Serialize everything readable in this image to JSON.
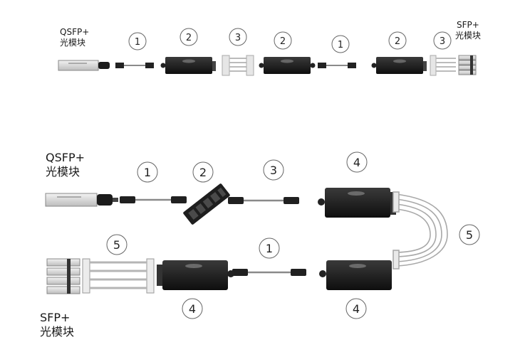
{
  "top_row": {
    "left_module_line1": "QSFP+",
    "left_module_line2": "光模块",
    "right_module_line1": "SFP+",
    "right_module_line2": "光模块",
    "callouts": [
      "1",
      "2",
      "3",
      "2",
      "1",
      "2",
      "3"
    ]
  },
  "bottom_diagram": {
    "top_module_line1": "QSFP+",
    "top_module_line2": "光模块",
    "bottom_module_line1": "SFP+",
    "bottom_module_line2": "光模块",
    "callouts": [
      "1",
      "2",
      "3",
      "4",
      "5",
      "5",
      "1",
      "4",
      "4"
    ]
  },
  "colors": {
    "device_body": "#1c1c1c",
    "cable": "#9a9a9a",
    "module_silver": "#d9d9d9",
    "outline": "#555555"
  }
}
